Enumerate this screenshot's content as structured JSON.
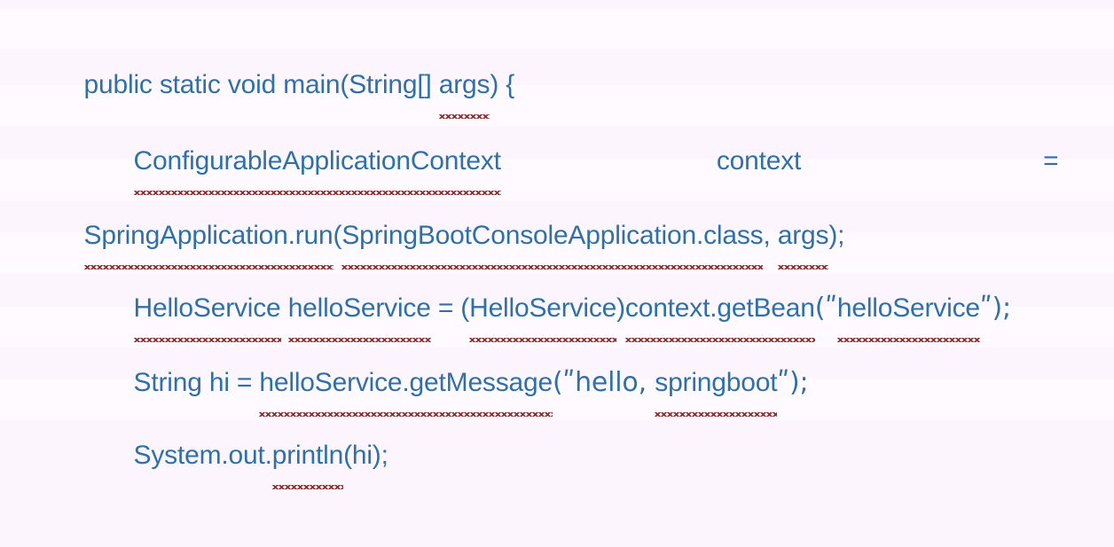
{
  "document": {
    "kind": "code-snippet",
    "language": "Java",
    "background_color": "#fdf5fd",
    "text_color": "#3070a8",
    "spellcheck_underline_color": "#8f3333"
  },
  "code": {
    "lines": [
      {
        "index": 1,
        "indent": false,
        "text": "public static void main(String[] args) {",
        "tokens": [
          {
            "text": "public static void main(String[] ",
            "squiggly": false
          },
          {
            "text": "args",
            "squiggly": true
          },
          {
            "text": ") {",
            "squiggly": false
          }
        ]
      },
      {
        "index": 2,
        "indent": true,
        "justified": true,
        "text": "ConfigurableApplicationContext context =",
        "tokens": [
          {
            "text": "ConfigurableApplicationContext",
            "squiggly": true
          },
          {
            "text": "context",
            "squiggly": false
          },
          {
            "text": "=",
            "squiggly": false
          }
        ]
      },
      {
        "index": 3,
        "indent": false,
        "text": "SpringApplication.run(SpringBootConsoleApplication.class, args);",
        "tokens": [
          {
            "text": "SpringApplication.run",
            "squiggly": true
          },
          {
            "text": "(",
            "squiggly": false
          },
          {
            "text": "SpringBootConsoleApplication.class",
            "squiggly": true
          },
          {
            "text": ", ",
            "squiggly": false
          },
          {
            "text": "args",
            "squiggly": true
          },
          {
            "text": ");",
            "squiggly": false
          }
        ]
      },
      {
        "index": 4,
        "indent": true,
        "text": "HelloService helloService = (HelloService)context.getBean(\"helloService\");",
        "tokens": [
          {
            "text": "HelloService",
            "squiggly": true
          },
          {
            "text": " ",
            "squiggly": false
          },
          {
            "text": "helloService",
            "squiggly": true
          },
          {
            "text": " = (",
            "squiggly": false
          },
          {
            "text": "HelloService",
            "squiggly": true
          },
          {
            "text": ")",
            "squiggly": false
          },
          {
            "text": "context.getBean",
            "squiggly": true
          },
          {
            "text": "(ʺ",
            "squiggly": false
          },
          {
            "text": "helloService",
            "squiggly": true
          },
          {
            "text": "ʺ);",
            "squiggly": false
          }
        ]
      },
      {
        "index": 5,
        "indent": true,
        "text": "String hi = helloService.getMessage(\"hello, springboot\");",
        "tokens": [
          {
            "text": "String hi = ",
            "squiggly": false
          },
          {
            "text": "helloService.getMessage",
            "squiggly": true
          },
          {
            "text": "(ʺhello, ",
            "squiggly": false
          },
          {
            "text": "springboot",
            "squiggly": true
          },
          {
            "text": "ʺ);",
            "squiggly": false
          }
        ]
      },
      {
        "index": 6,
        "indent": true,
        "text": "System.out.println(hi);",
        "tokens": [
          {
            "text": "System.out.",
            "squiggly": false
          },
          {
            "text": "println",
            "squiggly": true
          },
          {
            "text": "(hi);",
            "squiggly": false
          }
        ]
      }
    ]
  }
}
